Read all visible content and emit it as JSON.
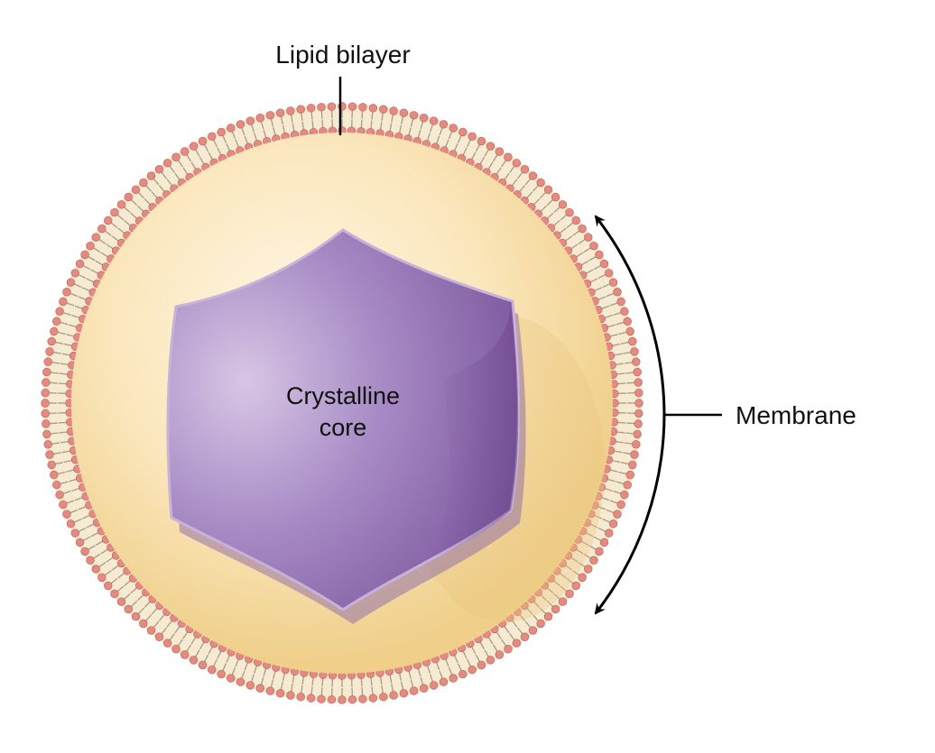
{
  "diagram": {
    "labels": {
      "lipid_bilayer": "Lipid bilayer",
      "membrane": "Membrane",
      "core_line1": "Crystalline",
      "core_line2": "core"
    },
    "colors": {
      "background": "#ffffff",
      "lipid_head": "#e58a80",
      "lipid_head_edge": "#b8625a",
      "lipid_tail": "#a39e84",
      "lumen_light": "#fdf1d6",
      "lumen_dark": "#f0d28e",
      "core_light": "#cdb6dc",
      "core_mid": "#9d7fbc",
      "core_dark": "#7a5498",
      "text": "#111111",
      "pointer": "#000000"
    }
  }
}
